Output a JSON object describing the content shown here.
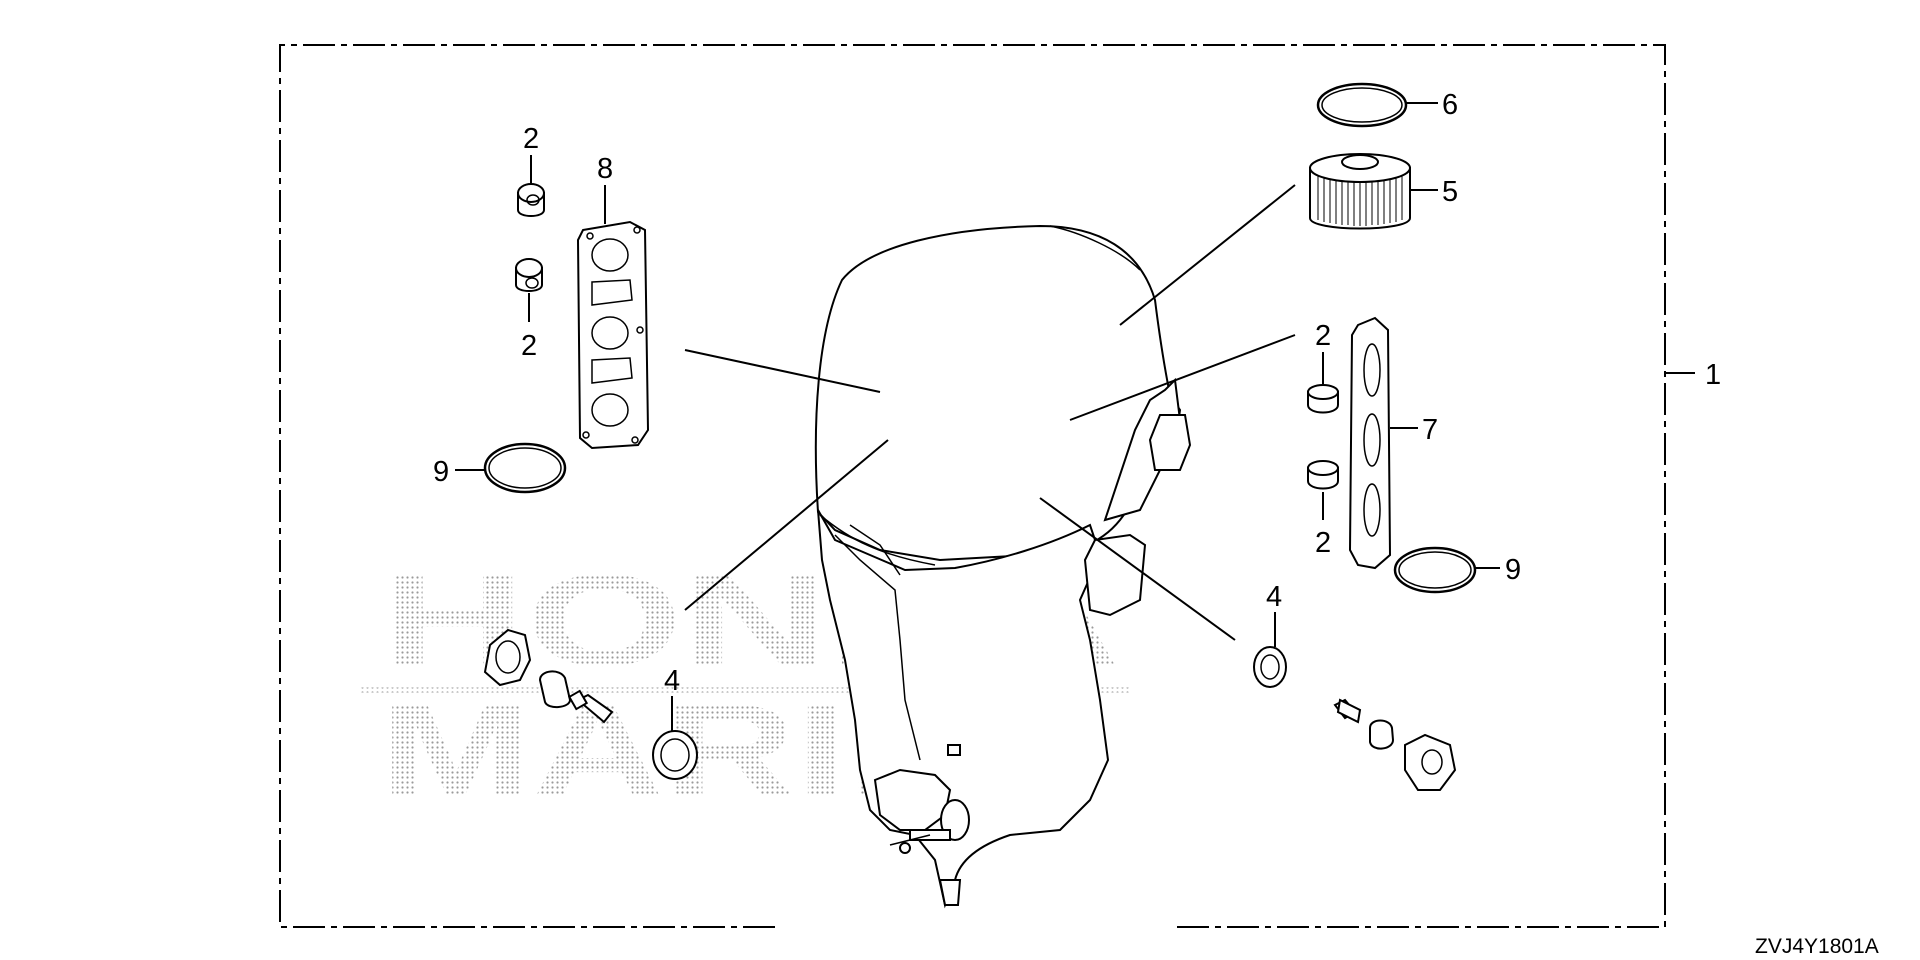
{
  "watermark": {
    "line1": "HONDA",
    "line2": "MARINE"
  },
  "drawing_code": "ZVJ4Y1801A",
  "callouts": {
    "kit": "1",
    "nut_top_left_upper": "2",
    "nut_top_left_lower": "2",
    "nut_right_upper": "2",
    "nut_right_lower": "2",
    "washer_left": "4",
    "washer_right": "4",
    "filter": "5",
    "o_ring_top": "6",
    "gasket_right": "7",
    "gasket_left": "8",
    "o_ring_left": "9",
    "o_ring_right": "9"
  }
}
